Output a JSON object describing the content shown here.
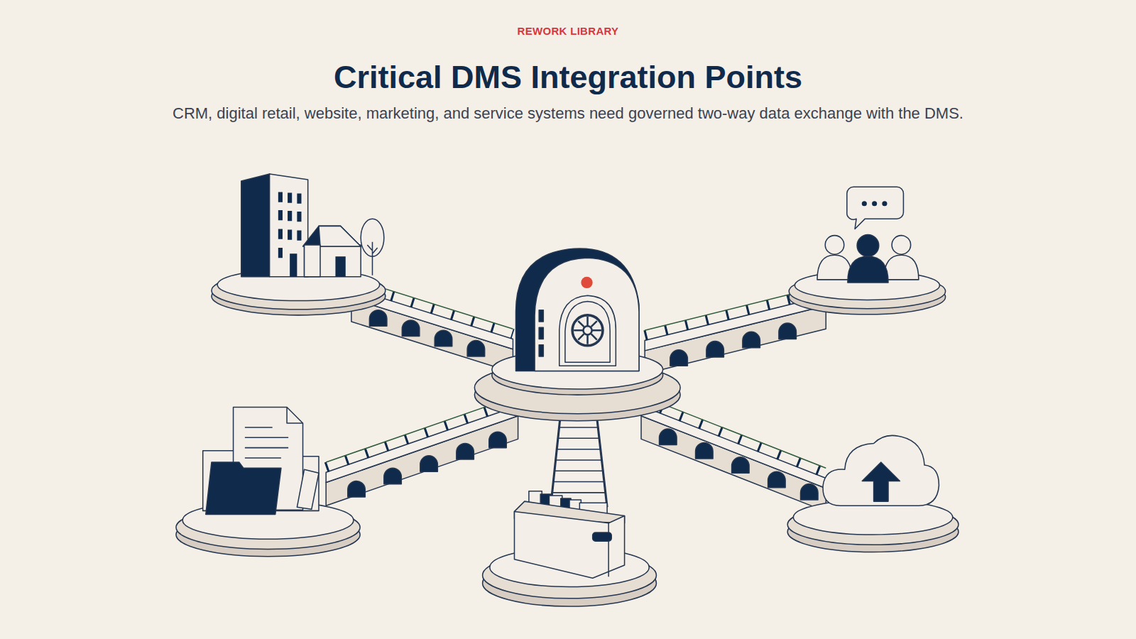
{
  "diagram": {
    "title": "Critical DMS Integration Points",
    "caption": "CRM, digital retail, website, marketing, and service systems need governed two-way data exchange with the DMS.",
    "labels": [
      "REWORK LIBRARY"
    ]
  }
}
